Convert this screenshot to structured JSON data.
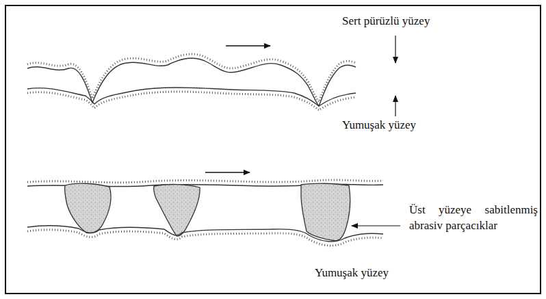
{
  "diagram": {
    "labels": [
      "Sert pürüzlü yüzey",
      "Yumuşak yüzey",
      "Üst yüzeye sabitlenmiş abrasiv parçacıklar",
      "Yumuşak yüzey"
    ]
  }
}
